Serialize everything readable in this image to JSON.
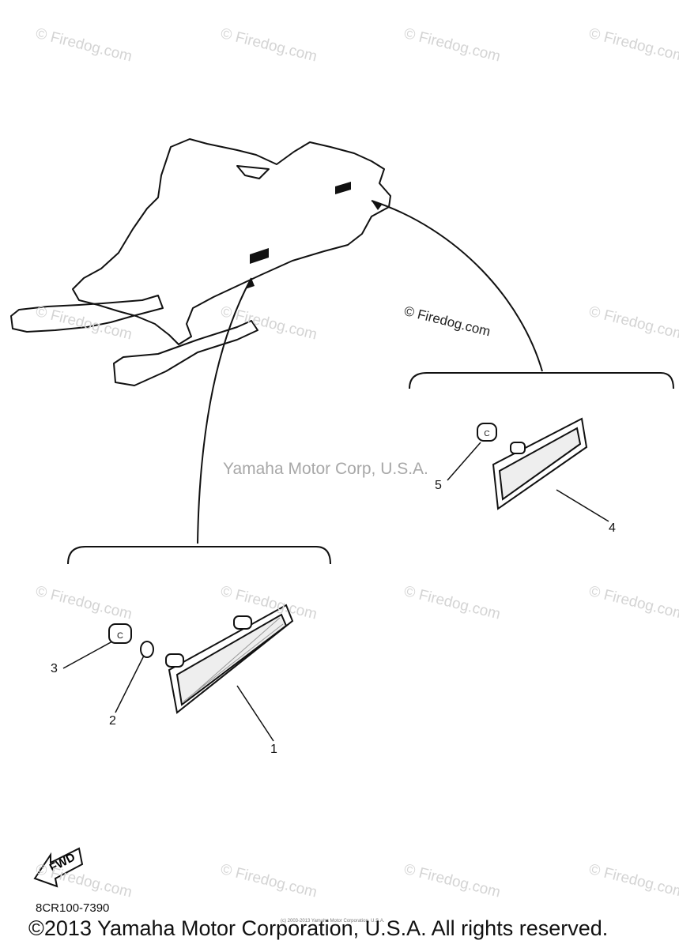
{
  "watermark": {
    "site_text": "© Firedog.com",
    "center_text": "Yamaha Motor Corp, U.S.A."
  },
  "callouts": [
    "1",
    "2",
    "3",
    "4",
    "5"
  ],
  "fwd_label": "FWD",
  "diagram_code": "8CR100-7390",
  "small_copyright": "(c) 2003-2013 Yamaha Motor Corporation, U.S.A.",
  "copyright": "©2013 Yamaha Motor Corporation, U.S.A. All rights reserved."
}
